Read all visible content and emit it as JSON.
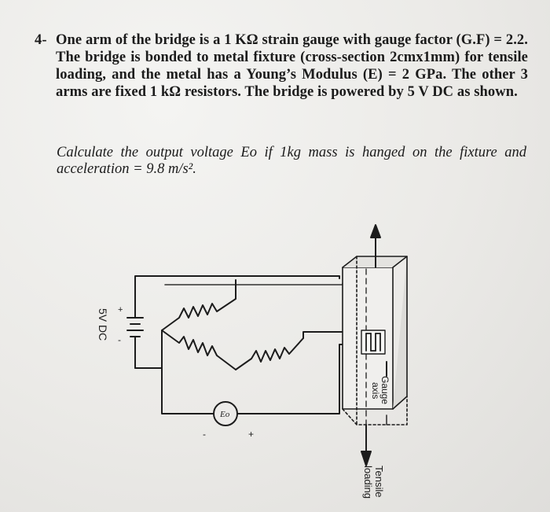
{
  "question": {
    "number": "4-",
    "text": "One arm of the bridge is a 1 KΩ strain gauge with gauge factor (G.F) = 2.2. The bridge is bonded to metal fixture (cross-section 2cmx1mm) for tensile loading, and the metal has a Young’s Modulus (E) = 2 GPa. The other 3 arms are fixed 1 kΩ resistors. The bridge is powered by 5 V DC as shown."
  },
  "calculation": {
    "text": "Calculate the output voltage Eo if 1kg mass is hanged on the fixture and acceleration = 9.8 m/s²."
  },
  "figure": {
    "source_label": "5V DC",
    "source_plus": "+",
    "source_minus": "-",
    "meter_label": "Eo",
    "meter_plus": "+",
    "meter_minus": "-",
    "gauge_axis_label_1": "Gauge",
    "gauge_axis_label_2": "axis",
    "tensile_label_1": "Tensile",
    "tensile_label_2": "loading"
  }
}
